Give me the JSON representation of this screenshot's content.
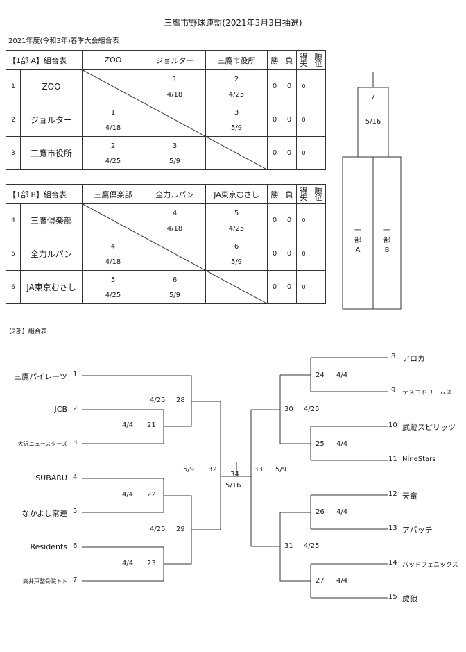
{
  "title": "三鷹市野球連盟(2021年3月3日抽選)",
  "subtitle": "2021年度(令和3年)春季大会組合表",
  "groupA": {
    "caption": "【1部 A】組合表",
    "teams": [
      "ZOO",
      "ジョルター",
      "三鷹市役所"
    ],
    "stat_headers": [
      "勝",
      "負",
      "得失",
      "順位"
    ],
    "rows": [
      {
        "num": "1",
        "name": "ZOO",
        "cells": [
          null,
          {
            "g": "1",
            "d": "4/18"
          },
          {
            "g": "2",
            "d": "4/25"
          }
        ],
        "w": "0",
        "l": "0",
        "diff": "0"
      },
      {
        "num": "2",
        "name": "ジョルター",
        "cells": [
          {
            "g": "1",
            "d": "4/18"
          },
          null,
          {
            "g": "3",
            "d": "5/9"
          }
        ],
        "w": "0",
        "l": "0",
        "diff": "0"
      },
      {
        "num": "3",
        "name": "三鷹市役所",
        "cells": [
          {
            "g": "2",
            "d": "4/25"
          },
          {
            "g": "3",
            "d": "5/9"
          },
          null
        ],
        "w": "0",
        "l": "0",
        "diff": "0"
      }
    ]
  },
  "groupB": {
    "caption": "【1部 B】組合表",
    "teams": [
      "三鷹倶楽部",
      "全力ルパン",
      "JA東京むさし"
    ],
    "stat_headers": [
      "勝",
      "負",
      "得失",
      "順位"
    ],
    "rows": [
      {
        "num": "4",
        "name": "三鷹倶楽部",
        "cells": [
          null,
          {
            "g": "4",
            "d": "4/18"
          },
          {
            "g": "5",
            "d": "4/25"
          }
        ],
        "w": "0",
        "l": "0",
        "diff": "0"
      },
      {
        "num": "5",
        "name": "全力ルパン",
        "cells": [
          {
            "g": "4",
            "d": "4/18"
          },
          null,
          {
            "g": "6",
            "d": "5/9"
          }
        ],
        "w": "0",
        "l": "0",
        "diff": "0"
      },
      {
        "num": "6",
        "name": "JA東京むさし",
        "cells": [
          {
            "g": "5",
            "d": "4/25"
          },
          {
            "g": "6",
            "d": "5/9"
          },
          null
        ],
        "w": "0",
        "l": "0",
        "diff": "0"
      }
    ]
  },
  "final1": {
    "game": "7",
    "date": "5/16",
    "left": [
      "一",
      "部",
      "A"
    ],
    "right": [
      "一",
      "部",
      "B"
    ]
  },
  "section2_caption": "【2部】組合表",
  "bracket": {
    "left_teams": [
      {
        "n": "1",
        "name": "三鷹パイレーツ"
      },
      {
        "n": "2",
        "name": "JCB"
      },
      {
        "n": "3",
        "name": "大沢ニュースターズ"
      },
      {
        "n": "4",
        "name": "SUBARU"
      },
      {
        "n": "5",
        "name": "なかよし常連"
      },
      {
        "n": "6",
        "name": "Residents"
      },
      {
        "n": "7",
        "name": "高井戸整骨院トト"
      }
    ],
    "right_teams": [
      {
        "n": "8",
        "name": "アロカ"
      },
      {
        "n": "9",
        "name": "テスコドリームス"
      },
      {
        "n": "10",
        "name": "武蔵スピリッツ"
      },
      {
        "n": "11",
        "name": "NineStars"
      },
      {
        "n": "12",
        "name": "天竜"
      },
      {
        "n": "13",
        "name": "アパッチ"
      },
      {
        "n": "14",
        "name": "バッドフェニックス"
      },
      {
        "n": "15",
        "name": "虎狼"
      }
    ],
    "games": {
      "g21": {
        "no": "21",
        "date": "4/4"
      },
      "g22": {
        "no": "22",
        "date": "4/4"
      },
      "g23": {
        "no": "23",
        "date": "4/4"
      },
      "g28": {
        "no": "28",
        "date": "4/25"
      },
      "g29": {
        "no": "29",
        "date": "4/25"
      },
      "g32": {
        "no": "32",
        "date": "5/9"
      },
      "g24": {
        "no": "24",
        "date": "4/4"
      },
      "g25": {
        "no": "25",
        "date": "4/4"
      },
      "g26": {
        "no": "26",
        "date": "4/4"
      },
      "g27": {
        "no": "27",
        "date": "4/4"
      },
      "g30": {
        "no": "30",
        "date": "4/25"
      },
      "g31": {
        "no": "31",
        "date": "4/25"
      },
      "g33": {
        "no": "33",
        "date": "5/9"
      },
      "g34": {
        "no": "34",
        "date": "5/16"
      }
    }
  }
}
